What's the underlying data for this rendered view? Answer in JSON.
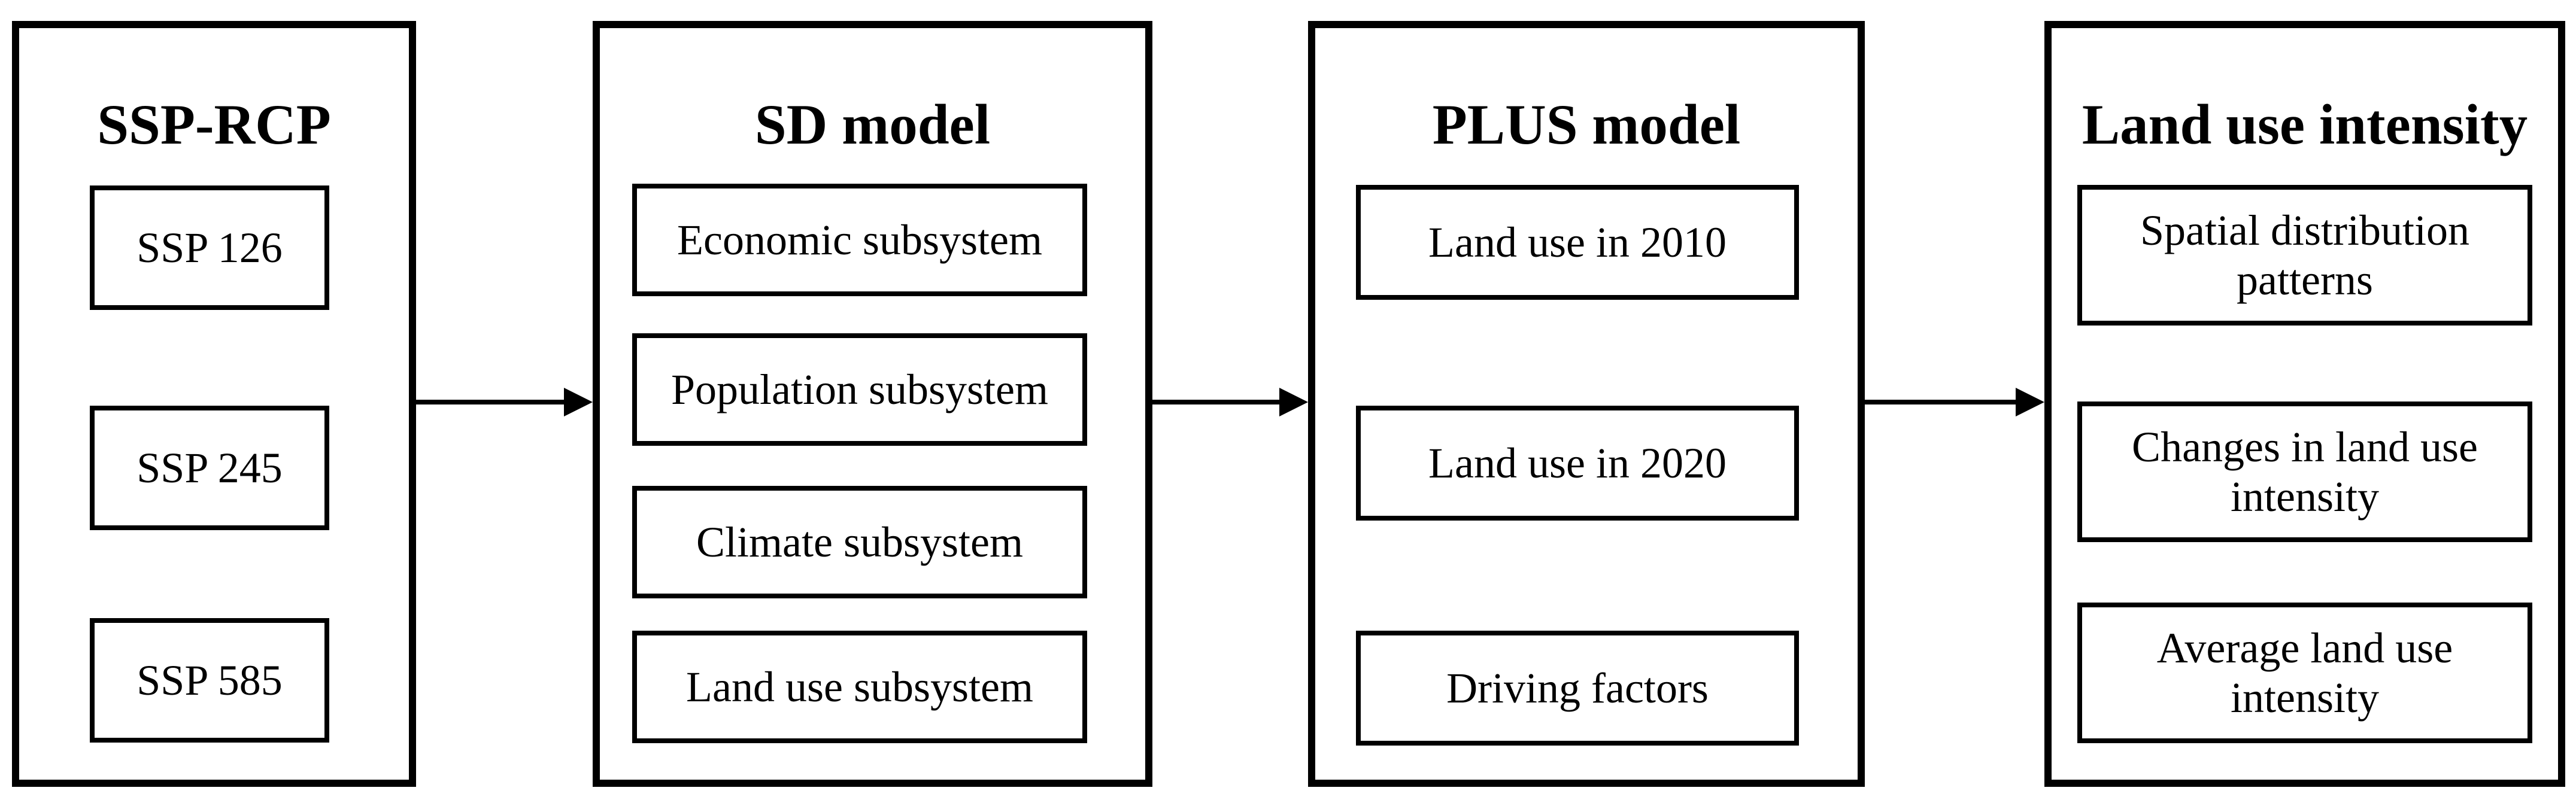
{
  "colors": {
    "ink": "#000000",
    "paper": "#ffffff"
  },
  "diagram": {
    "panels": [
      {
        "title": "SSP-RCP",
        "items": [
          "SSP 126",
          "SSP 245",
          "SSP 585"
        ]
      },
      {
        "title": "SD model",
        "items": [
          "Economic subsystem",
          "Population subsystem",
          "Climate subsystem",
          "Land use subsystem"
        ]
      },
      {
        "title": "PLUS model",
        "items": [
          "Land use in 2010",
          "Land use in 2020",
          "Driving factors"
        ]
      },
      {
        "title": "Land use intensity",
        "items": [
          "Spatial distribution patterns",
          "Changes in land use intensity",
          "Average land use intensity"
        ]
      }
    ],
    "arrows": [
      {
        "from": "SSP-RCP",
        "to": "SD model"
      },
      {
        "from": "SD model",
        "to": "PLUS model"
      },
      {
        "from": "PLUS model",
        "to": "Land use intensity"
      }
    ]
  }
}
